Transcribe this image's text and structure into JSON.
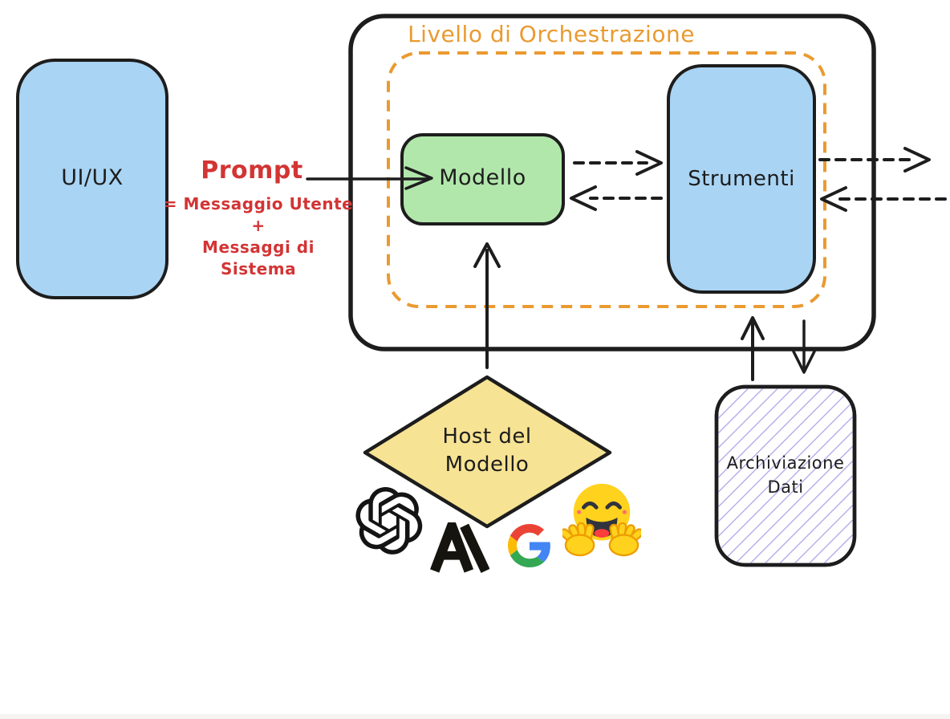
{
  "diagram": {
    "orchestration_label": "Livello di Orchestrazione",
    "nodes": {
      "uiux": {
        "label": "UI/UX"
      },
      "modello": {
        "label": "Modello"
      },
      "strumenti": {
        "label": "Strumenti"
      },
      "host_modello": {
        "line1": "Host del",
        "line2": "Modello"
      },
      "archiviazione": {
        "line1": "Archiviazione",
        "line2": "Dati"
      }
    },
    "prompt_annotation": {
      "title": "Prompt",
      "line1": "= Messaggio Utente",
      "line2": "+",
      "line3": "Messaggi di",
      "line4": "Sistema"
    },
    "logos": {
      "openai": "openai-icon",
      "anthropic": "anthropic-icon",
      "google": "google-icon",
      "huggingface": "huggingface-icon"
    },
    "colors": {
      "node_blue": "#a9d4f4",
      "node_green": "#b2e7ac",
      "node_yellow": "#f7e394",
      "hatch_purple": "#b4a3e8",
      "orchestration_orange": "#ea9a30",
      "prompt_red": "#d33434",
      "ink_black": "#1d1d1d",
      "google_blue": "#4285F4",
      "google_red": "#EA4335",
      "google_yellow": "#FBBC05",
      "google_green": "#34A853",
      "hf_yellow": "#FFD21E",
      "hf_dark": "#32343D",
      "hf_orange": "#ED9E00",
      "hf_tongue": "#FF3D3D"
    }
  }
}
